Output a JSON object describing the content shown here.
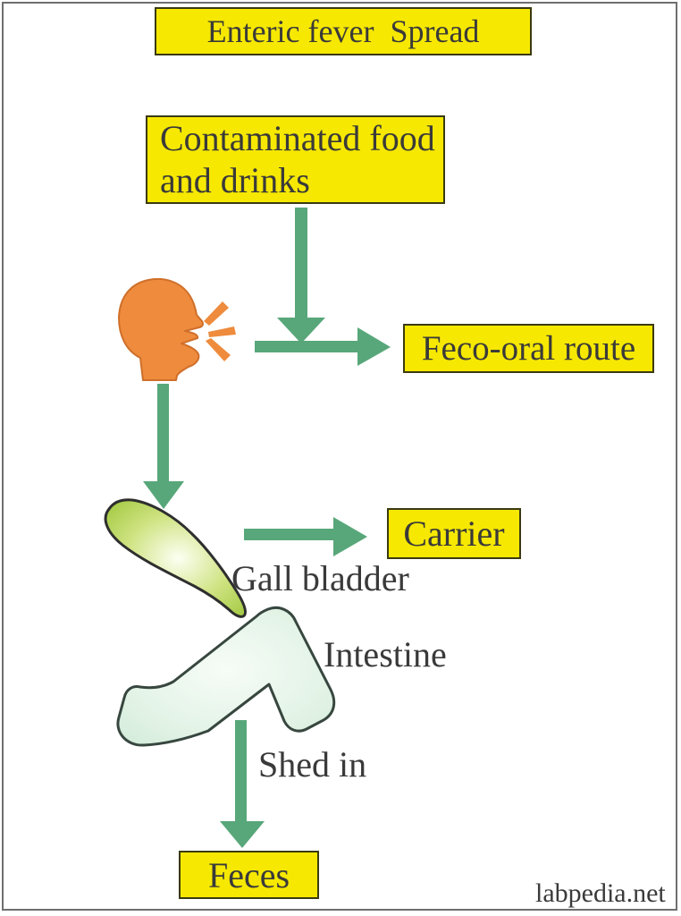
{
  "title": "Enteric fever  Spread",
  "boxes": {
    "contaminated_food": {
      "line1": "Contaminated food",
      "line2": "and drinks"
    },
    "feco_oral_route": {
      "label": "Feco-oral route"
    },
    "carrier": {
      "label": "Carrier"
    },
    "feces": {
      "label": "Feces"
    }
  },
  "organ_labels": {
    "gall_bladder": "Gall bladder",
    "intestine": "Intestine"
  },
  "annotations": {
    "shed_in": "Shed in"
  },
  "credit": "labpedia.net",
  "icons": {
    "head": "coughing-person-head-icon",
    "sound_rays": "sound-rays-icon",
    "arrows": [
      "down-arrow",
      "right-arrow",
      "down-arrow",
      "right-arrow",
      "down-arrow"
    ]
  },
  "colors": {
    "background": "#ffffff",
    "frame": "#6f6f6f",
    "box_fill": "#f6e800",
    "box_border": "#3a3a12",
    "text": "#3a3a3a",
    "arrow_green": "#58a77a",
    "head_orange": "#ee8b3d",
    "gall_bladder_green": "#a4ca43",
    "intestine_green": "#cfe9d6",
    "shape_outline": "#2e2e2e"
  }
}
